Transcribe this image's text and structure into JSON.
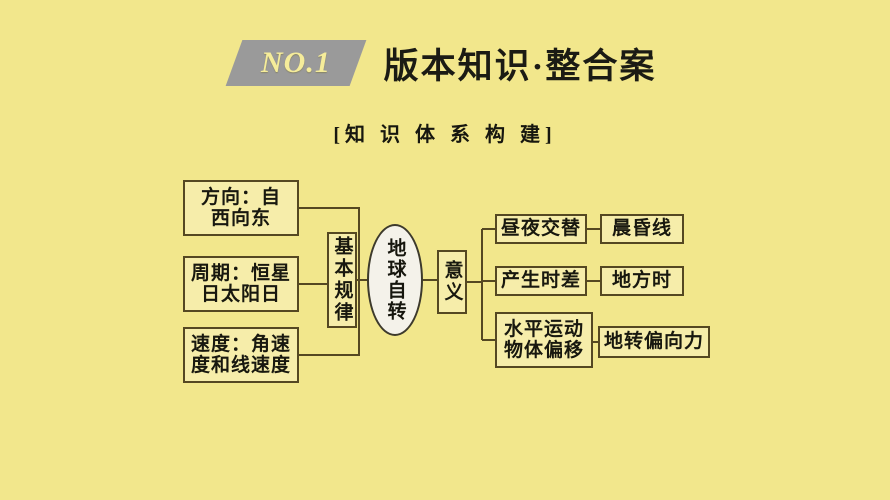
{
  "header": {
    "badge_label": "NO.1",
    "title": "版本知识·整合案",
    "badge_color": "#9a9a9a",
    "badge_text_color": "#f5ec9a"
  },
  "subtitle": "[知 识 体 系 构 建]",
  "canvas": {
    "background_color": "#f2e78c",
    "node_border_color": "#554822",
    "node_fill_color": "#f6edaa",
    "ellipse_fill_color": "#f4f2ea",
    "text_color": "#18180f"
  },
  "diagram": {
    "type": "flowchart",
    "center": {
      "label": "地球自转",
      "shape": "ellipse",
      "orientation": "vertical"
    },
    "left_group": {
      "label": "基本规律",
      "orientation": "vertical",
      "items": [
        {
          "label": "方向：自西向东"
        },
        {
          "label": "周期：恒星日太阳日"
        },
        {
          "label": "速度：角速度和线速度"
        }
      ]
    },
    "right_group": {
      "label": "意义",
      "orientation": "vertical",
      "items": [
        {
          "label": "昼夜交替",
          "result": "晨昏线"
        },
        {
          "label": "产生时差",
          "result": "地方时"
        },
        {
          "label": "水平运动物体偏移",
          "result": "地转偏向力"
        }
      ]
    }
  },
  "nodes": {
    "direction_l1": "方向：自",
    "direction_l2": "西向东",
    "period_l1": "周期：恒星",
    "period_l2": "日太阳日",
    "speed_l1": "速度：角速",
    "speed_l2": "度和线速度",
    "law": "基本规律",
    "earth": "地球自转",
    "meaning": "意义",
    "daynight": "昼夜交替",
    "twilight": "晨昏线",
    "timediff": "产生时差",
    "localtime": "地方时",
    "deflect_l1": "水平运动",
    "deflect_l2": "物体偏移",
    "coriolis": "地转偏向力"
  }
}
